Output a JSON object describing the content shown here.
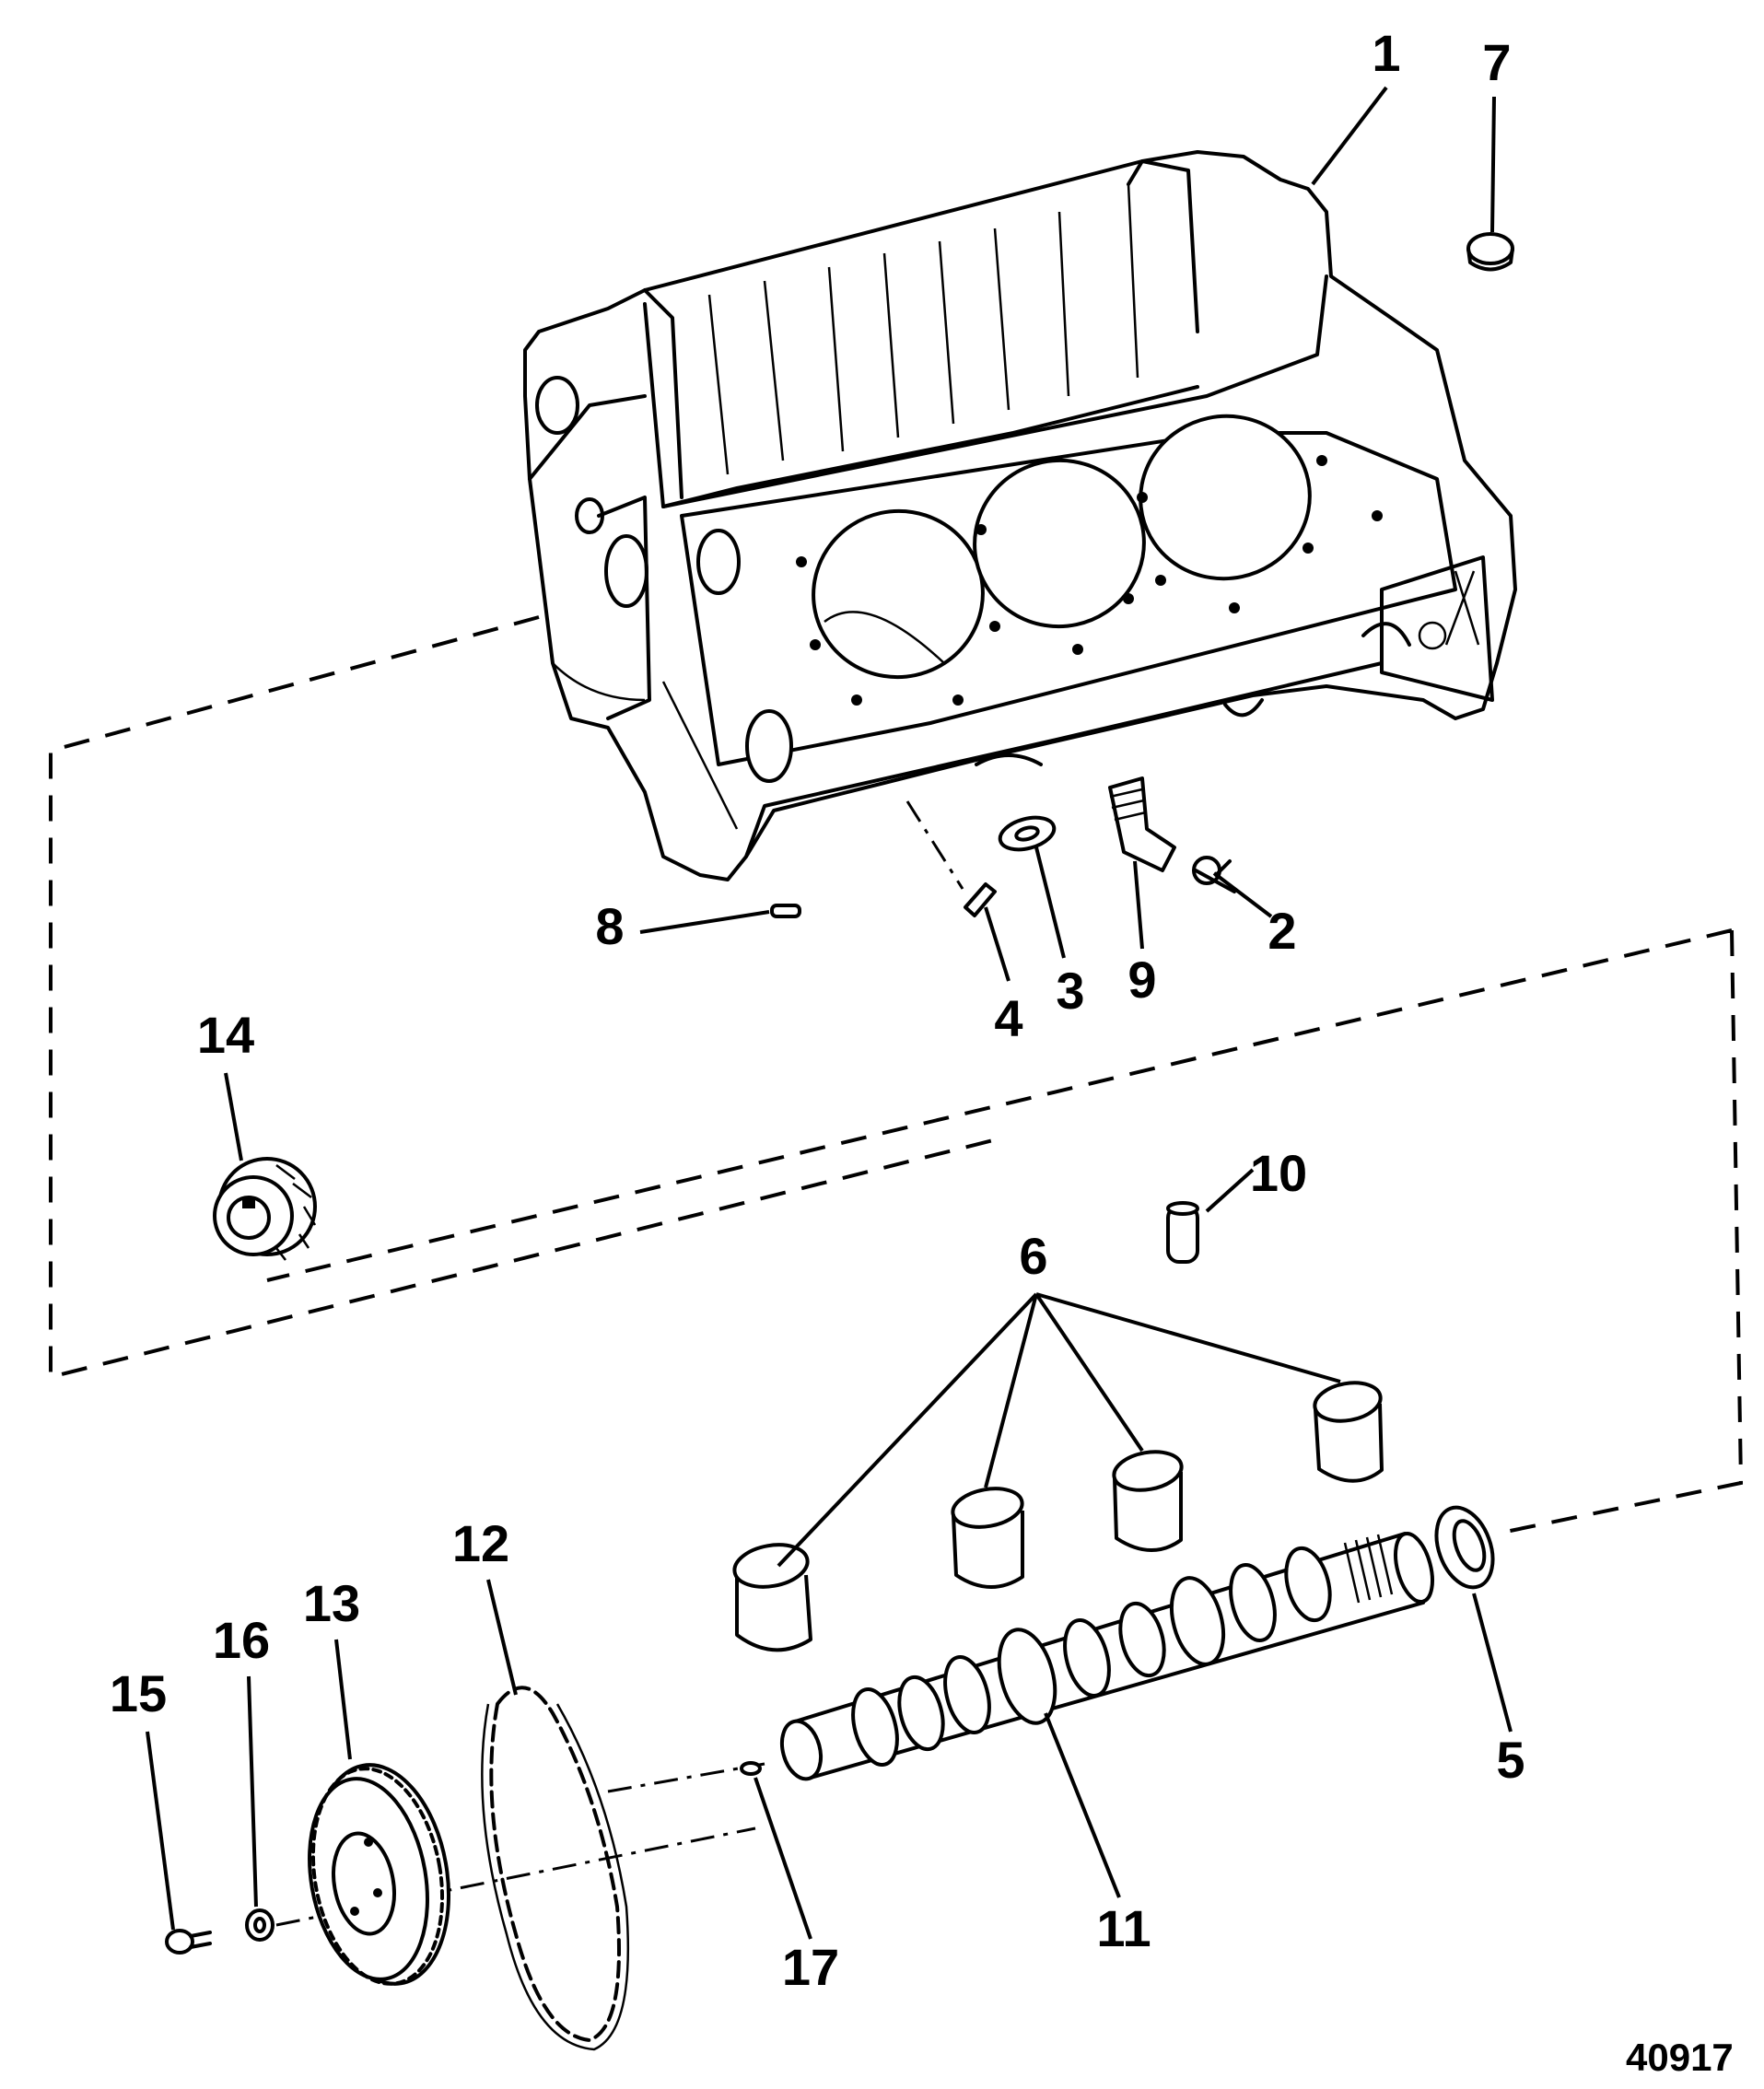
{
  "figure_number": "40917",
  "callouts": {
    "c1": "1",
    "c2": "2",
    "c3": "3",
    "c4": "4",
    "c5": "5",
    "c6": "6",
    "c7": "7",
    "c8": "8",
    "c9": "9",
    "c10": "10",
    "c11": "11",
    "c12": "12",
    "c13": "13",
    "c14": "14",
    "c15": "15",
    "c16": "16",
    "c17": "17"
  },
  "colors": {
    "ink": "#000000",
    "paper": "#ffffff"
  }
}
